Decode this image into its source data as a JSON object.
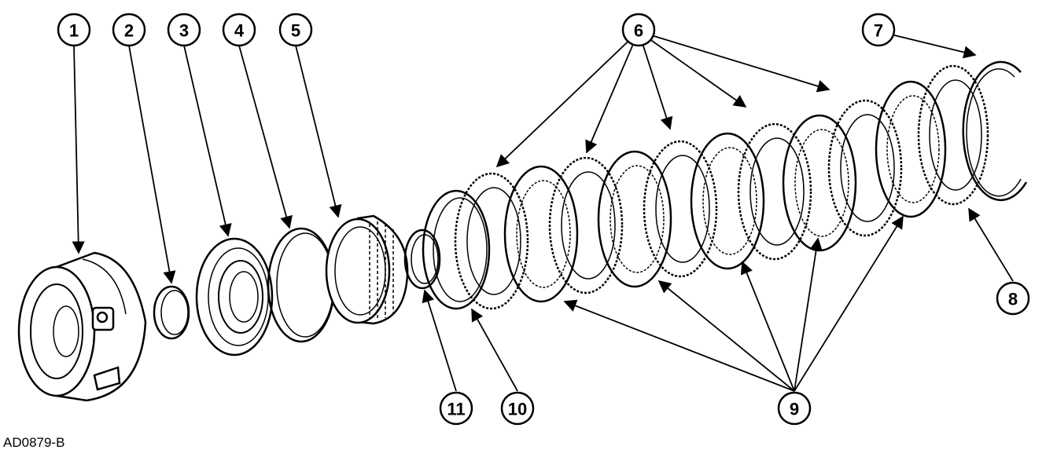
{
  "figure_id": "AD0879-B",
  "callouts": [
    {
      "label": "1",
      "part": "part-1"
    },
    {
      "label": "2",
      "part": "part-2"
    },
    {
      "label": "3",
      "part": "part-3"
    },
    {
      "label": "4",
      "part": "part-4"
    },
    {
      "label": "5",
      "part": "part-5"
    },
    {
      "label": "6",
      "part": "part-6"
    },
    {
      "label": "7",
      "part": "part-7"
    },
    {
      "label": "8",
      "part": "part-8"
    },
    {
      "label": "9",
      "part": "part-9"
    },
    {
      "label": "10",
      "part": "part-10"
    },
    {
      "label": "11",
      "part": "part-11"
    }
  ],
  "colors": {
    "ink": "#000000",
    "paper": "#ffffff"
  }
}
